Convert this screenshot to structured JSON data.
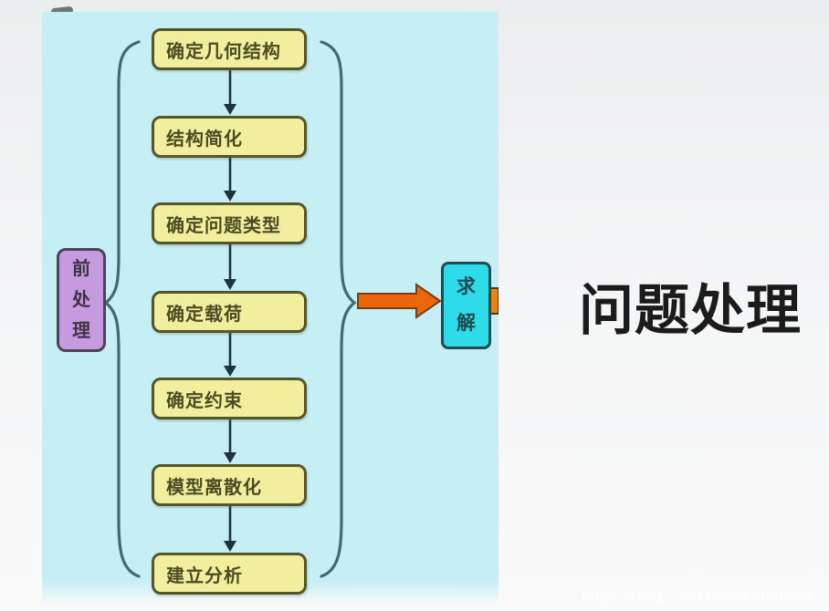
{
  "colors": {
    "panel-bg": "#c6eff5",
    "step-bg": "#f1ef9e",
    "step-border": "#55552c",
    "step-text": "#4c4c24",
    "pre-bg": "#c79ae0",
    "pre-border": "#4c4454",
    "pre-text": "#3b3244",
    "solve-bg": "#2edce9",
    "solve-border": "#24494f",
    "solve-text": "#1d4a50",
    "arrow-line": "#1e3340",
    "brace": "#3f6b6e",
    "big-arrow": "#ec660b",
    "big-arrow-border": "#7c3c10",
    "stub-fill": "#e8860f",
    "title-text": "#1b1b1b",
    "watermark-text": "#ffffff"
  },
  "diagram": {
    "title": "问题处理",
    "pre_stage_label": "前处理",
    "solve_label": "求解",
    "steps": [
      "确定几何结构",
      "结构简化",
      "确定问题类型",
      "确定载荷",
      "确定约束",
      "模型离散化",
      "建立分析"
    ]
  },
  "watermark": "https://blog.csdn.net/secretboys"
}
